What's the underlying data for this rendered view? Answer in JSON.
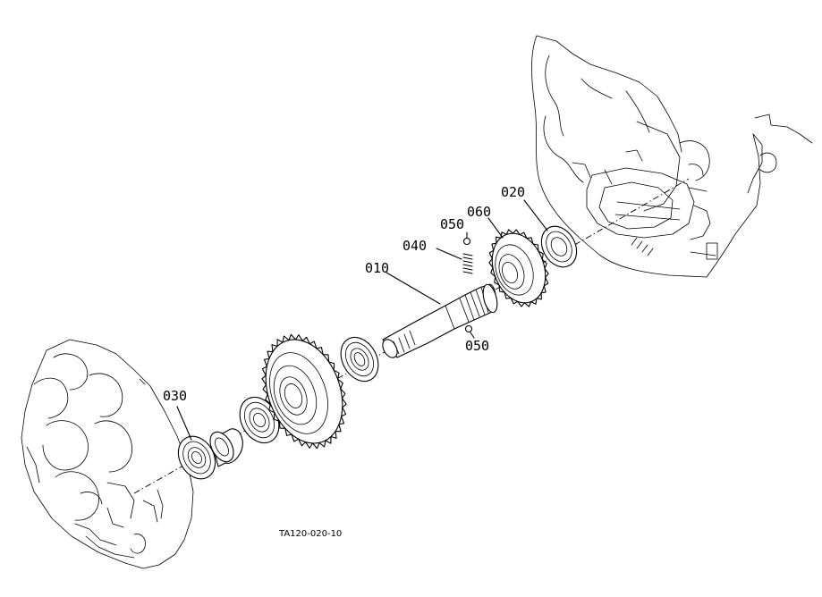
{
  "diagram_code": "TA120-020-10",
  "callouts": [
    {
      "key": "c010",
      "label": "010"
    },
    {
      "key": "c020",
      "label": "020"
    },
    {
      "key": "c030",
      "label": "030"
    },
    {
      "key": "c040",
      "label": "040"
    },
    {
      "key": "c050a",
      "label": "050"
    },
    {
      "key": "c050b",
      "label": "050"
    },
    {
      "key": "c060",
      "label": "060"
    }
  ]
}
